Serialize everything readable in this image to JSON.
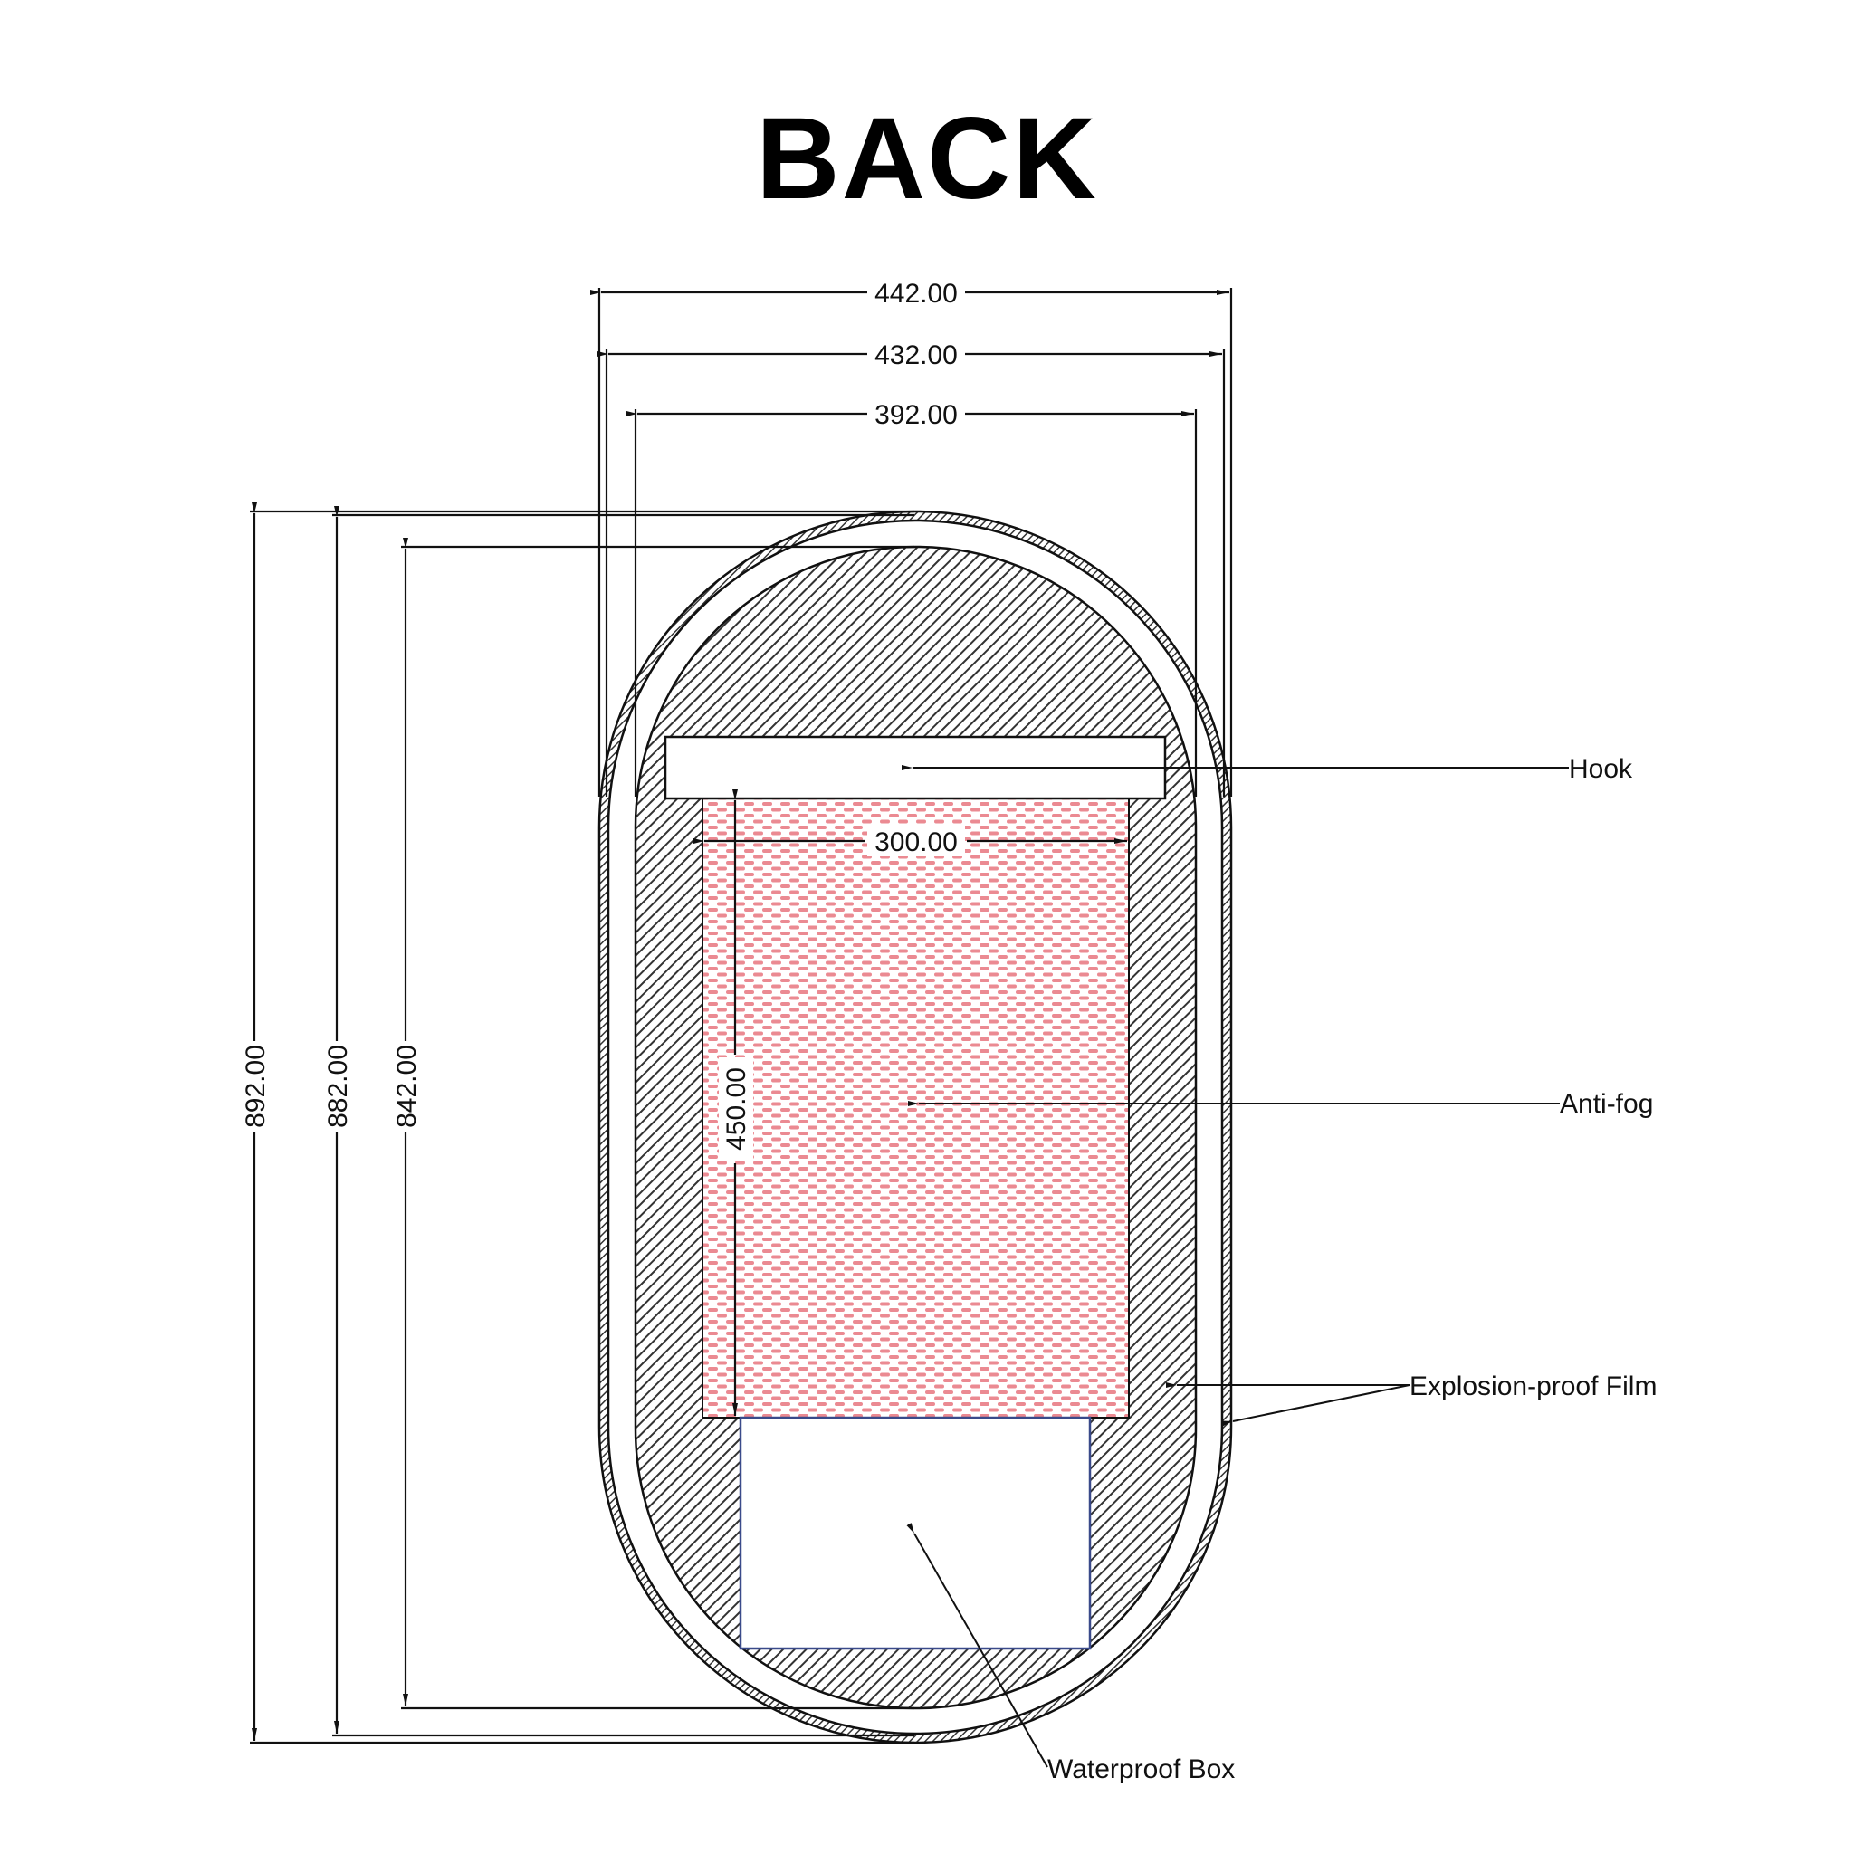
{
  "title": "BACK",
  "dimensions": {
    "width_outer": "442.00",
    "width_middle": "432.00",
    "width_inner": "392.00",
    "height_outer": "892.00",
    "height_middle": "882.00",
    "height_inner": "842.00",
    "antifog_width": "300.00",
    "antifog_height": "450.00"
  },
  "labels": {
    "hook": "Hook",
    "antifog": "Anti-fog",
    "explosion_proof": "Explosion-proof Film",
    "waterproof_box": "Waterproof Box"
  },
  "colors": {
    "line": "#111111",
    "hatch": "#333333",
    "antifog_pattern": "#e8707a",
    "waterproof_box_border": "#3a4a8a",
    "background": "#ffffff"
  }
}
